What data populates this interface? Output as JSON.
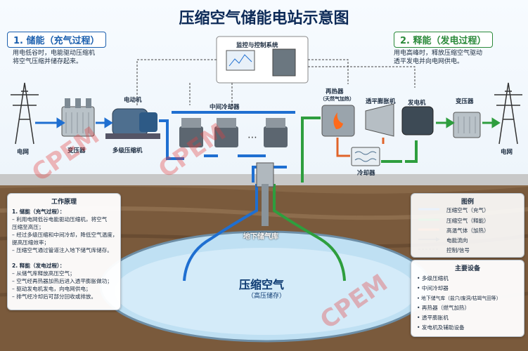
{
  "title": "压缩空气储能电站示意图",
  "charge_section": {
    "label": "1. 储能（充气过程）",
    "desc_lines": [
      "用电低谷时，电能驱动压缩机",
      "将空气压缩并储存起来。"
    ]
  },
  "discharge_section": {
    "label": "2. 释能（发电过程）",
    "desc_lines": [
      "用电高峰时，释放压缩空气驱动",
      "透平发电并向电网供电。"
    ]
  },
  "control_system": "监控与控制系统",
  "labels": {
    "grid_left": "电网",
    "transformer_left": "变压器",
    "motor": "电动机",
    "compressor": "多级压缩机",
    "intercooler": "中间冷却器",
    "reheater": "再热器",
    "reheater_sub": "（天然气加热）",
    "turbine": "透平膨胀机",
    "generator": "发电机",
    "transformer_right": "变压器",
    "grid_right": "电网",
    "cooler": "冷却器",
    "storage": "地下储气库",
    "air_main": "压缩空气",
    "air_sub": "（高压储存）"
  },
  "principle": {
    "title": "工作原理",
    "lines": [
      "1. 储能（充气过程）：",
      "– 利用电网低谷电能驱动压缩机，将空气",
      "   压缩至高压；",
      "– 经过多级压缩和中间冷却，降低空气温度，",
      "   提高压缩效率；",
      "– 压缩空气通过管道注入地下储气库储存。",
      "",
      "2. 释能（发电过程）：",
      "– 从储气库释放高压空气；",
      "– 空气经再热器加热后进入透平膨胀做功；",
      "– 驱动发电机发电，向电网供电；",
      "– 排气经冷却后可部分回收或排放。"
    ]
  },
  "legend": {
    "title": "图例",
    "items": [
      {
        "label": "压缩空气（充气）",
        "color": "#1f6fd1",
        "style": "solid"
      },
      {
        "label": "压缩空气（释能）",
        "color": "#2e9e3e",
        "style": "solid"
      },
      {
        "label": "高温气体（加热）",
        "color": "#e0642a",
        "style": "solid"
      },
      {
        "label": "电能流向",
        "color": "#222222",
        "style": "arrow"
      },
      {
        "label": "控制/信号",
        "color": "#222222",
        "style": "dashed"
      }
    ]
  },
  "equipment": {
    "title": "主要设备",
    "items": [
      "多级压缩机",
      "中间冷却器",
      "地下储气库（盐穴/废洞/枯竭气田等）",
      "再热器（燃气加热）",
      "透平膨胀机",
      "发电机及辅助设备"
    ]
  },
  "watermark": "CPEM",
  "colors": {
    "charge": "#1f6fd1",
    "discharge": "#2e9e3e",
    "heat": "#e0642a",
    "title": "#0d2a57"
  }
}
